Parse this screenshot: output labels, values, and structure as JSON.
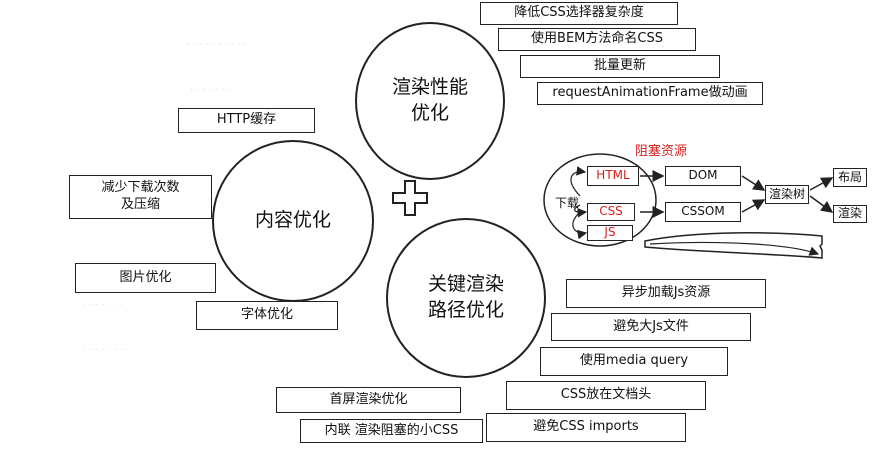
{
  "circles": {
    "render": "渲染性能\n优化",
    "content": "内容优化",
    "critical": "关键渲染\n路径优化"
  },
  "render_items": [
    "降低CSS选择器复杂度",
    "使用BEM方法命名CSS",
    "批量更新",
    "requestAnimationFrame做动画"
  ],
  "content_items": [
    "HTTP缓存",
    "减少下载次数\n及压缩",
    "图片优化",
    "字体优化"
  ],
  "critical_items": [
    "异步加载Js资源",
    "避免大Js文件",
    "使用media query",
    "CSS放在文档头",
    "避免CSS imports"
  ],
  "bottom_items": [
    "首屏渲染优化",
    "内联 渲染阻塞的小CSS"
  ],
  "pipeline": {
    "title": "阻塞资源",
    "download": "下载",
    "html": "HTML",
    "css": "CSS",
    "js": "JS",
    "dom": "DOM",
    "cssom": "CSSOM",
    "render_tree": "渲染树",
    "layout": "布局",
    "paint": "渲染"
  },
  "colors": {
    "blocking": "#d62020",
    "stroke": "#222222"
  }
}
